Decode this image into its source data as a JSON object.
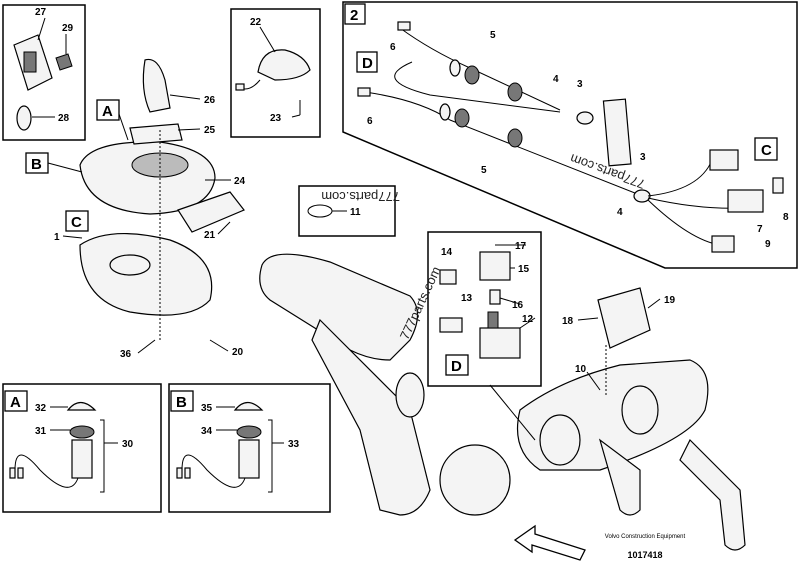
{
  "diagram": {
    "footer": {
      "company": "Volvo Construction Equipment",
      "drawing_number": "1017418"
    },
    "watermark": "777parts.com",
    "view_letters": {
      "panel": "2",
      "A": "A",
      "B": "B",
      "C": "C",
      "D": "D"
    },
    "callouts": {
      "p1": "1",
      "p3": "3",
      "p4": "4",
      "p5": "5",
      "p6": "6",
      "p7": "7",
      "p8": "8",
      "p9": "9",
      "p10": "10",
      "p11": "11",
      "p12": "12",
      "p13": "13",
      "p14": "14",
      "p15": "15",
      "p16": "16",
      "p17": "17",
      "p18": "18",
      "p19": "19",
      "p20": "20",
      "p21": "21",
      "p22": "22",
      "p23": "23",
      "p24": "24",
      "p25": "25",
      "p26": "26",
      "p27": "27",
      "p28": "28",
      "p29": "29",
      "p30": "30",
      "p31": "31",
      "p32": "32",
      "p33": "33",
      "p34": "34",
      "p35": "35",
      "p36": "36"
    }
  }
}
